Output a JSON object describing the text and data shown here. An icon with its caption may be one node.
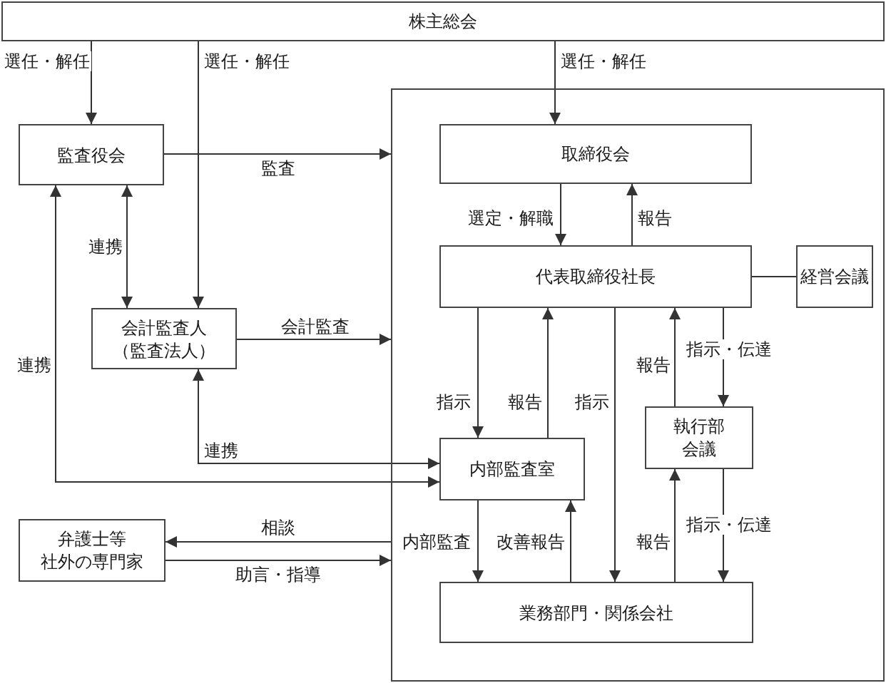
{
  "diagram": {
    "nodes": [
      {
        "text": [
          "株主総会"
        ]
      },
      {
        "text": [],
        "shape": "box"
      },
      {
        "text": [
          "監査役会"
        ]
      },
      {
        "text": [
          "取締役会"
        ],
        "in": 1
      },
      {
        "text": [
          "代表取締役社長"
        ],
        "in": 1
      },
      {
        "text": [
          "経営会議"
        ],
        "in": 1
      },
      {
        "text": [
          "会計監査人（監査法人）"
        ]
      },
      {
        "text": [
          "執行部会議"
        ],
        "in": 1
      },
      {
        "text": [
          "内部監査室"
        ],
        "in": 1
      },
      {
        "text": [
          "弁護士等社外の専門家"
        ]
      },
      {
        "text": [
          "業務部門・関係会社"
        ],
        "in": 1
      }
    ],
    "edges": [
      {
        "from": 0,
        "to": 2,
        "arrow": "to",
        "label": "選任・解任"
      },
      {
        "from": 0,
        "to": 6,
        "arrow": "to",
        "label": "選任・解任"
      },
      {
        "from": 0,
        "to": 3,
        "arrow": "to",
        "label": "選任・解任"
      },
      {
        "from": 2,
        "to": 1,
        "arrow": "to",
        "label": "監査"
      },
      {
        "from": 2,
        "to": 6,
        "arrow": "both",
        "label": "連携"
      },
      {
        "from": 6,
        "to": 1,
        "arrow": "to",
        "label": "会計監査"
      },
      {
        "from": 2,
        "to": 8,
        "arrow": "both",
        "label": "連携"
      },
      {
        "from": 6,
        "to": 8,
        "arrow": "both",
        "label": "連携"
      },
      {
        "from": 1,
        "to": 9,
        "arrow": "to",
        "label": "相談"
      },
      {
        "from": 9,
        "to": 1,
        "arrow": "to",
        "label": "助言・指導"
      },
      {
        "from": 3,
        "to": 4,
        "arrow": "to",
        "label": "選定・解職"
      },
      {
        "from": 4,
        "to": 3,
        "arrow": "to",
        "label": "報告"
      },
      {
        "from": 4,
        "to": 5,
        "arrow": "none"
      },
      {
        "from": 4,
        "to": 8,
        "arrow": "to",
        "label": "指示"
      },
      {
        "from": 8,
        "to": 4,
        "arrow": "to",
        "label": "報告"
      },
      {
        "from": 4,
        "to": 10,
        "arrow": "to",
        "label": "指示"
      },
      {
        "from": 7,
        "to": 4,
        "arrow": "to",
        "label": "報告"
      },
      {
        "from": 4,
        "to": 7,
        "arrow": "to",
        "label": "指示・伝達"
      },
      {
        "from": 8,
        "to": 10,
        "arrow": "to",
        "label": "内部監査"
      },
      {
        "from": 10,
        "to": 8,
        "arrow": "to",
        "label": "改善報告"
      },
      {
        "from": 10,
        "to": 7,
        "arrow": "to",
        "label": "報告"
      },
      {
        "from": 7,
        "to": 10,
        "arrow": "to",
        "label": "指示・伝達"
      }
    ]
  }
}
